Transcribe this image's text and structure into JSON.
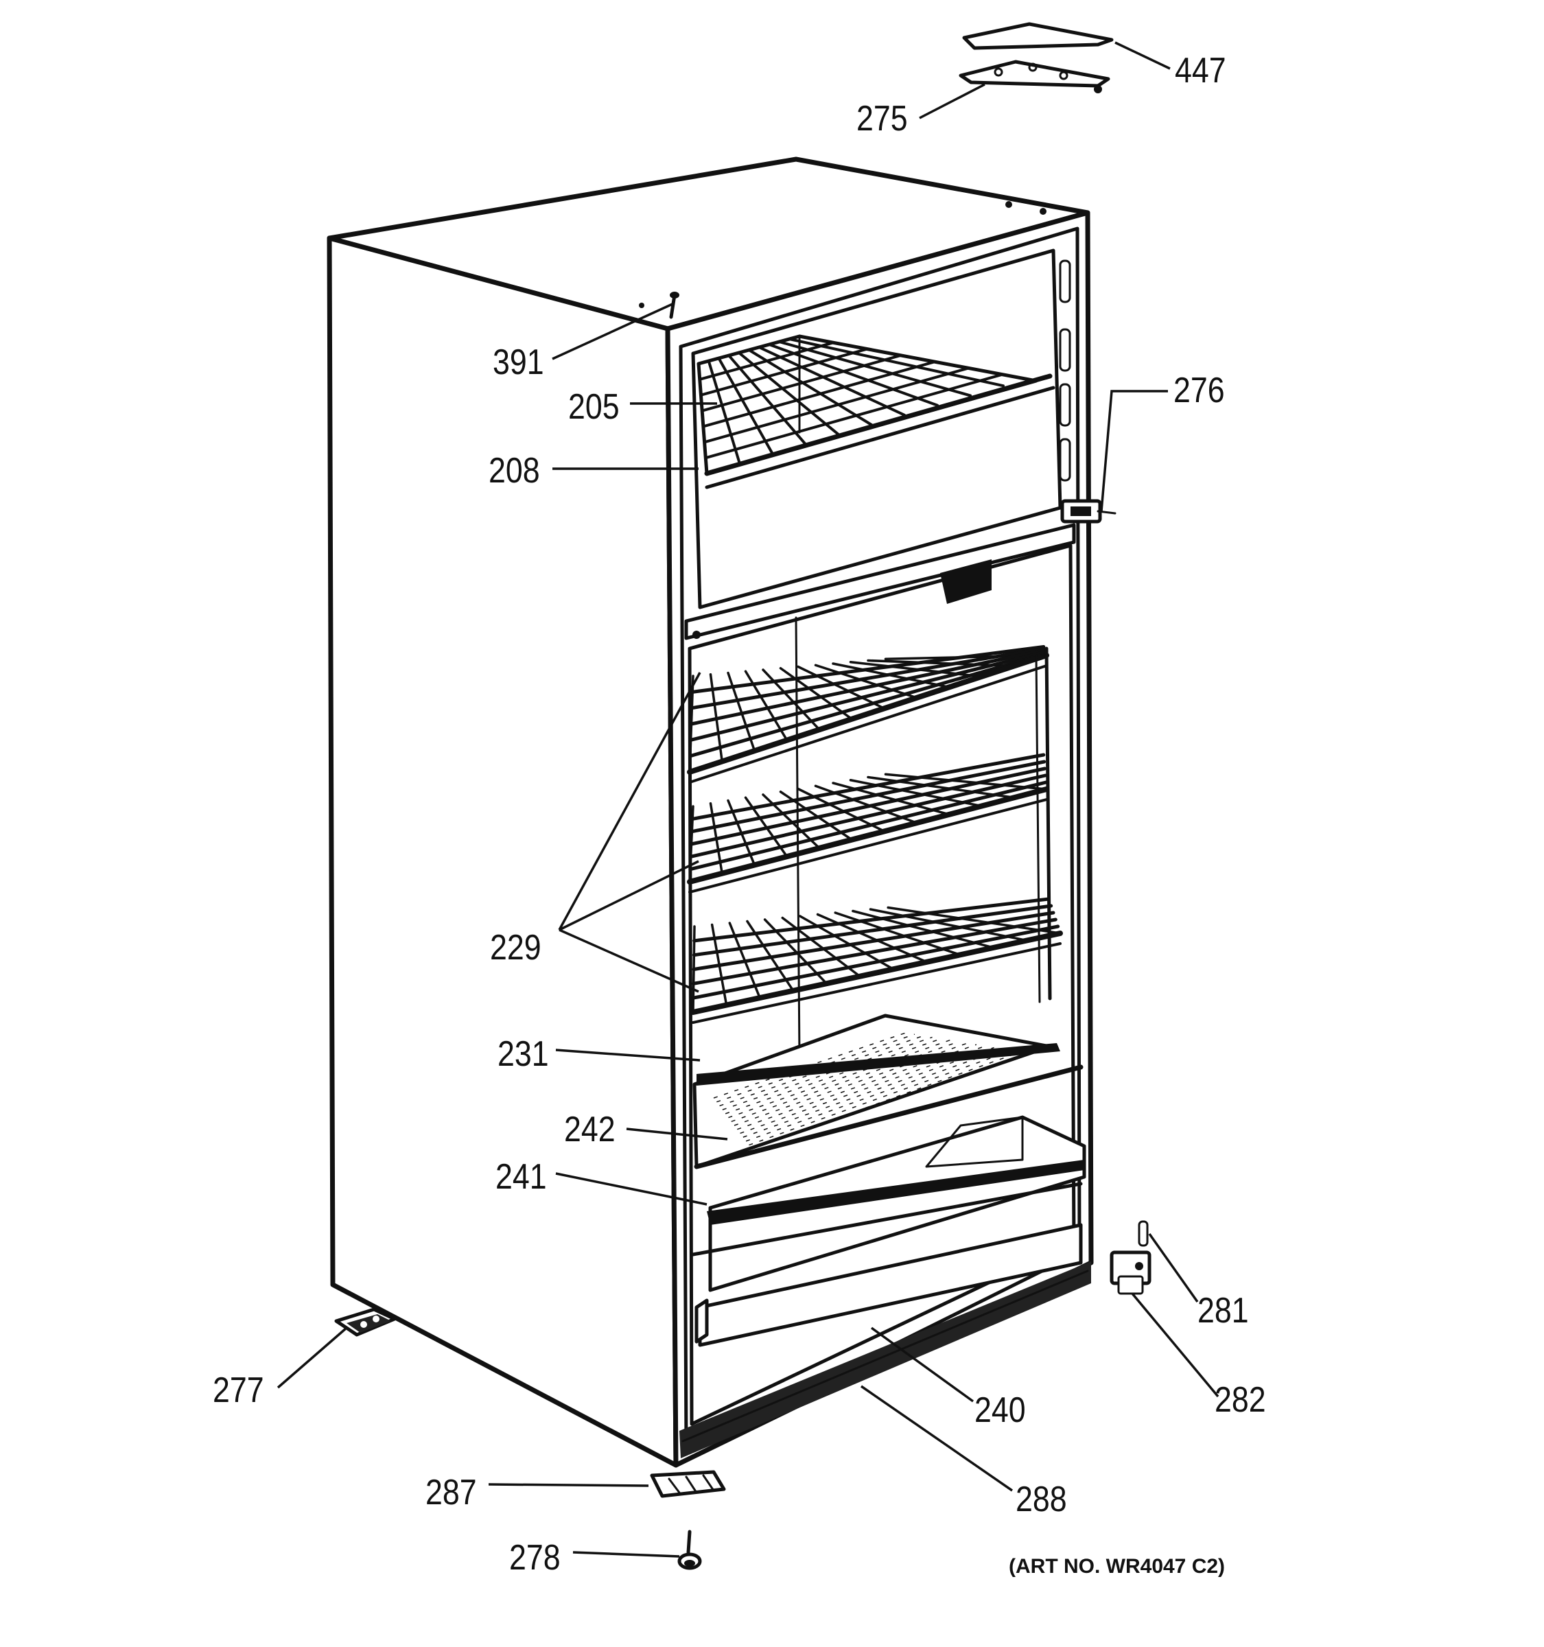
{
  "labels": {
    "p447": "447",
    "p275": "275",
    "p391": "391",
    "p205": "205",
    "p276": "276",
    "p208": "208",
    "p229": "229",
    "p231": "231",
    "p242": "242",
    "p241": "241",
    "p281": "281",
    "p277": "277",
    "p282": "282",
    "p240": "240",
    "p287": "287",
    "p288": "288",
    "p278": "278"
  },
  "art_number": "(ART NO. WR4047 C2)"
}
